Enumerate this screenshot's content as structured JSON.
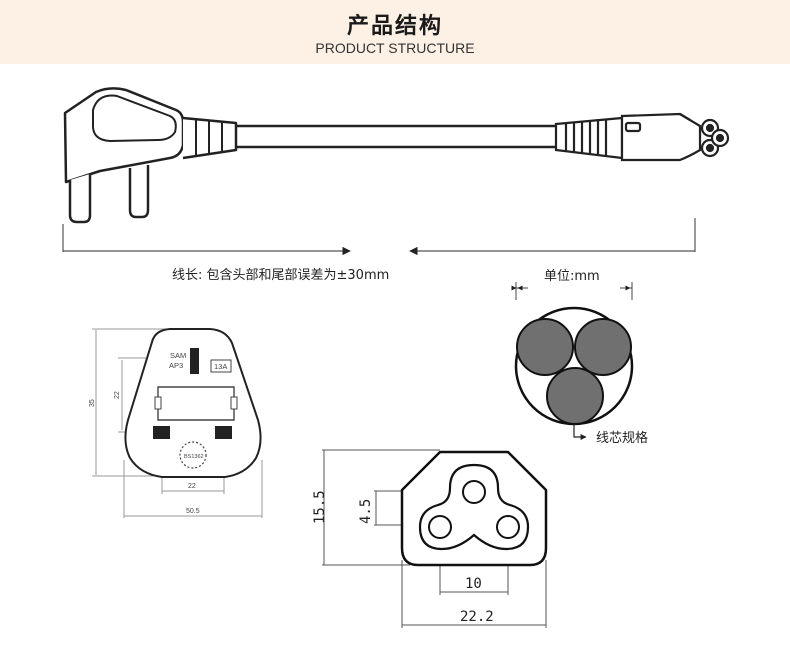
{
  "header": {
    "title": "产品结构",
    "subtitle": "PRODUCT STRUCTURE"
  },
  "cable_drawing": {
    "length_note": "线长: 包含头部和尾部误差为±30mm"
  },
  "plug_face": {
    "brand": "SAM",
    "model": "AP3",
    "rating": "13A",
    "fuse_mark": "BS1362",
    "dimensions": {
      "height": "35",
      "pin_length": "22",
      "pin_spacing": "22",
      "width": "50.5"
    }
  },
  "cross_section": {
    "unit": "单位:mm",
    "core_label": "线芯规格"
  },
  "connector": {
    "dimensions": {
      "height": "15.5",
      "pitch_vertical": "4.5",
      "pin_spacing": "10",
      "width": "22.2"
    }
  },
  "colors": {
    "header_bg": "#fdf1e6",
    "line": "#222222",
    "core_fill": "#707070"
  }
}
